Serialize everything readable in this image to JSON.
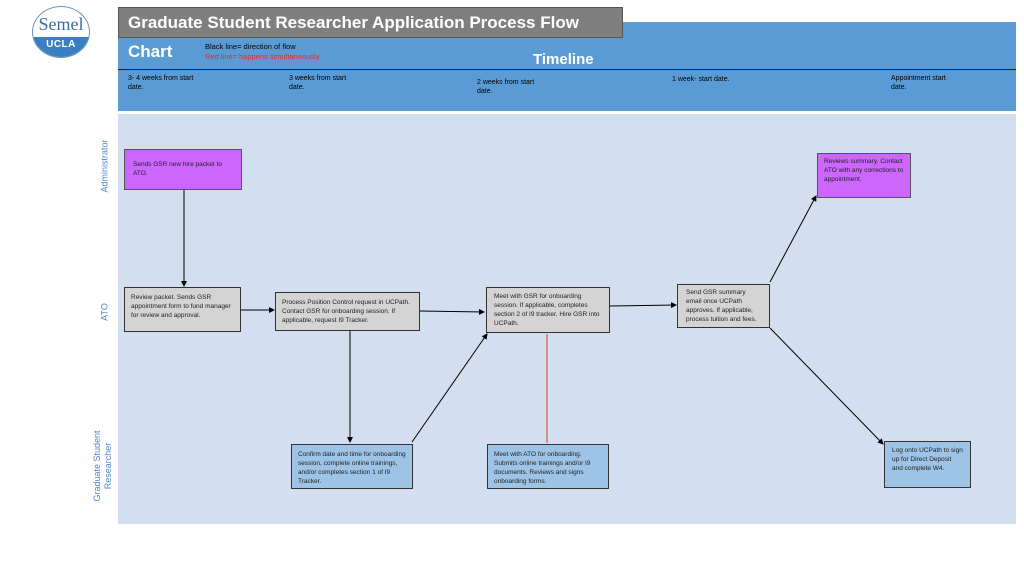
{
  "header": {
    "title": "Graduate Student Researcher Application Process Flow Chart",
    "legend_black": "Black line= direction of flow",
    "legend_red": "Red line= happens simultaneously",
    "timeline_label": "Timeline"
  },
  "logo": {
    "top_text": "Semel",
    "bottom_text": "UCLA"
  },
  "timeline": [
    "3- 4 weeks from start date.",
    "3 weeks from start date.",
    "2 weeks from start date.",
    "1 week- start date.",
    "Appointment start date."
  ],
  "lanes": {
    "admin": "Administrator",
    "ato": "ATO",
    "gsr": "Graduate Student Researcher"
  },
  "boxes": {
    "admin_send": "Sends GSR new hire packet to ATO.",
    "admin_review": "Reviews summary. Contact ATO with any corrections to appointment.",
    "ato_review": "Review packet. Sends GSR appointment form to fund manager for review and approval.",
    "ato_process": "Process Position Control request in UCPath. Contact GSR for onboarding session. If applicable, request I9 Tracker.",
    "ato_meet": "Meet with GSR for onboarding session. If applicable, completes section 2 of I9 tracker.  Hire GSR into UCPath.",
    "ato_summary": "Send GSR summary email once UCPath approves. If applicable, process tuition and fees.",
    "gsr_confirm": "Confirm date and time for onboarding session, complete online trainings, and/or completes section 1 of I9 Tracker.",
    "gsr_meet": "Meet with ATO for onboarding. Submits online trainings and/or I9 documents. Reviews and signs onboarding forms.",
    "gsr_login": "Log onto UCPath to sign up for Direct Deposit and complete W4."
  },
  "colors": {
    "header_band": "#5b9bd5",
    "body_area": "#d3dff0",
    "admin_box": "#cc66ff",
    "ato_box": "#d4d4d4",
    "gsr_box": "#9dc3e6",
    "flow_line": "#000000",
    "simultaneous_line": "#e0302a"
  }
}
